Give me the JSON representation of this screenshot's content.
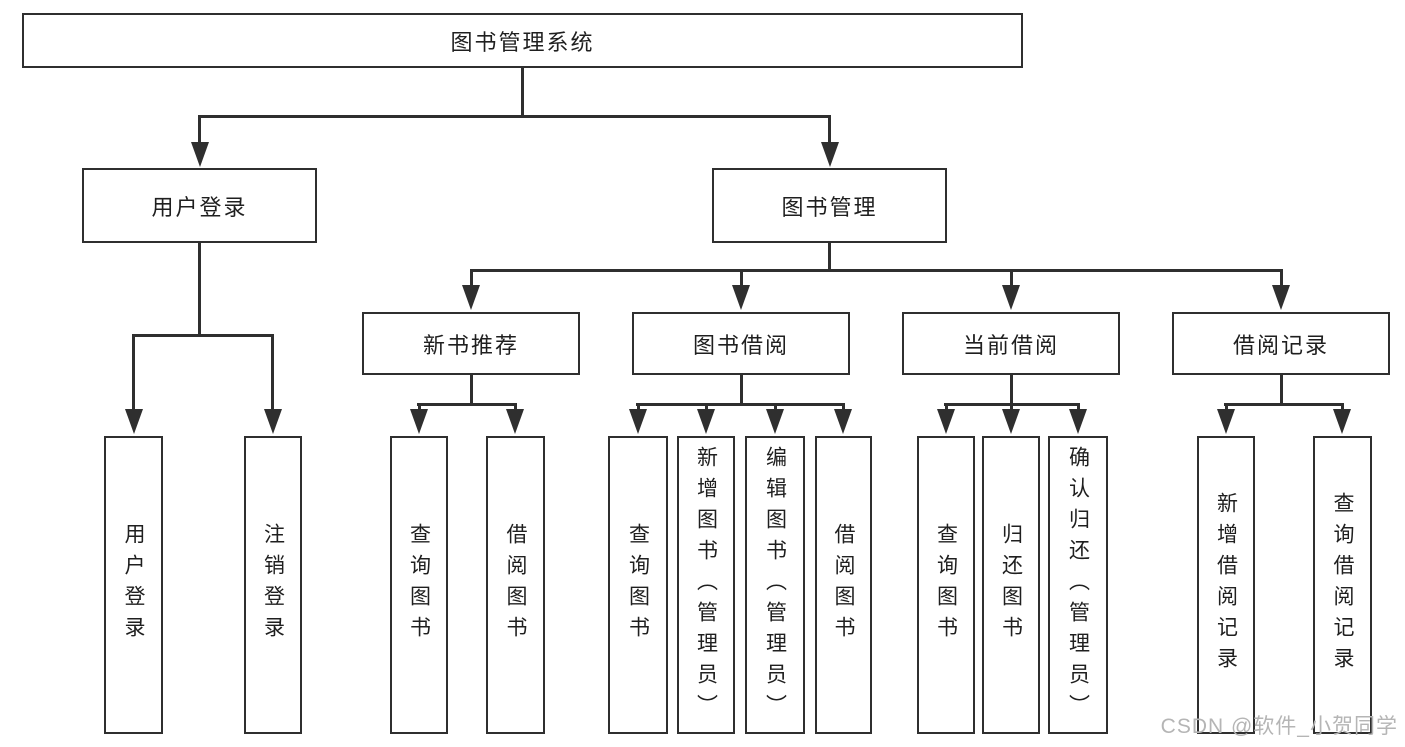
{
  "tree": {
    "root": {
      "label": "图书管理系统",
      "children": [
        {
          "label": "用户登录",
          "children": [
            {
              "label": "用户登录"
            },
            {
              "label": "注销登录"
            }
          ]
        },
        {
          "label": "图书管理",
          "children": [
            {
              "label": "新书推荐",
              "children": [
                {
                  "label": "查询图书"
                },
                {
                  "label": "借阅图书"
                }
              ]
            },
            {
              "label": "图书借阅",
              "children": [
                {
                  "label": "查询图书"
                },
                {
                  "label": "新增图书（管理员）"
                },
                {
                  "label": "编辑图书（管理员）"
                },
                {
                  "label": "借阅图书"
                }
              ]
            },
            {
              "label": "当前借阅",
              "children": [
                {
                  "label": "查询图书"
                },
                {
                  "label": "归还图书"
                },
                {
                  "label": "确认归还（管理员）"
                }
              ]
            },
            {
              "label": "借阅记录",
              "children": [
                {
                  "label": "新增借阅记录"
                },
                {
                  "label": "查询借阅记录"
                }
              ]
            }
          ]
        }
      ]
    }
  },
  "watermark": {
    "text": "CSDN @软件_小贺同学"
  },
  "colors": {
    "line": "#2f2f2f",
    "text": "#1f1f1f",
    "watermark": "#b5b5b5",
    "background": "#ffffff"
  }
}
